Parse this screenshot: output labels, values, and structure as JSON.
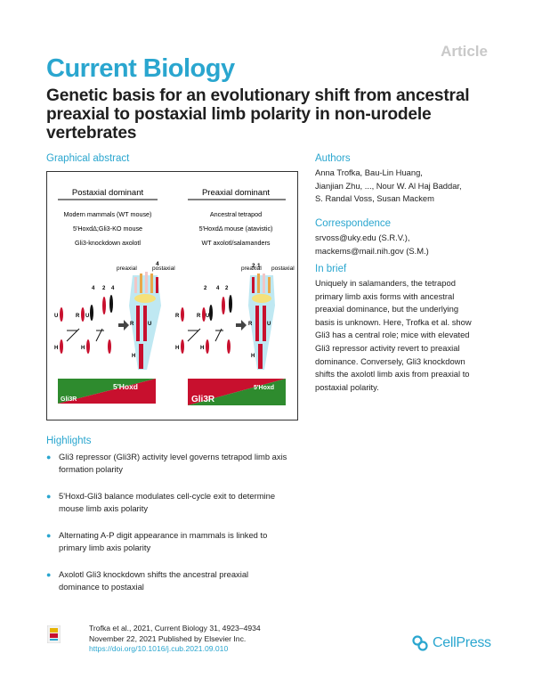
{
  "header": {
    "article_type": "Article",
    "journal": "Current Biology",
    "title": "Genetic basis for an evolutionary shift from ancestral preaxial to postaxial limb polarity in non-urodele vertebrates"
  },
  "graphical_abstract": {
    "label": "Graphical abstract",
    "left_heading": "Postaxial dominant",
    "left_lines": [
      "Modern mammals (WT mouse)",
      "5'HoxdΔ;Gli3-KO mouse",
      "Gli3-knockdown axolotl"
    ],
    "right_heading": "Preaxial dominant",
    "right_lines": [
      "Ancestral tetrapod",
      "5'HoxdΔ mouse (atavistic)",
      "WT axolotl/salamanders"
    ],
    "preaxial": "preaxial",
    "postaxial": "postaxial",
    "letter_U": "U",
    "letter_R": "R",
    "letter_H": "H",
    "digits_left": [
      "4",
      "2",
      "4"
    ],
    "digits_right": [
      "2",
      "4",
      "2"
    ],
    "digits_hand_left": [
      "4"
    ],
    "digits_hand_right": [
      "2",
      "1"
    ],
    "label_hoxd": "5'Hoxd",
    "label_gli3r": "Gli3R",
    "colors": {
      "red": "#c8102e",
      "green": "#2e8b2e",
      "cyan": "#bfe8f2"
    }
  },
  "authors": {
    "label": "Authors",
    "lines": [
      "Anna Trofka, Bau-Lin Huang,",
      "Jianjian Zhu, ..., Nour W. Al Haj Baddar,",
      "S. Randal Voss, Susan Mackem"
    ]
  },
  "correspondence": {
    "label": "Correspondence",
    "lines": [
      "srvoss@uky.edu (S.R.V.),",
      "mackems@mail.nih.gov (S.M.)"
    ]
  },
  "in_brief": {
    "label": "In brief",
    "lines": [
      "Uniquely in salamanders, the tetrapod",
      "primary limb axis forms with ancestral",
      "preaxial dominance, but the underlying",
      "basis is unknown. Here, Trofka et al. show",
      "Gli3 has a central role; mice with elevated",
      "Gli3 repressor activity revert to preaxial",
      "dominance. Conversely, Gli3 knockdown",
      "shifts the axolotl limb axis from preaxial to",
      "postaxial polarity."
    ]
  },
  "highlights": {
    "label": "Highlights",
    "items": [
      [
        "Gli3 repressor (Gli3R) activity level governs tetrapod limb axis",
        "formation polarity"
      ],
      [
        "5'Hoxd-Gli3 balance modulates cell-cycle exit to determine",
        "mouse limb axis polarity"
      ],
      [
        "Alternating A-P digit appearance in mammals is linked to",
        "primary limb axis polarity"
      ],
      [
        "Axolotl Gli3 knockdown shifts the ancestral preaxial",
        "dominance to postaxial"
      ]
    ]
  },
  "footer": {
    "citation_line1": "Trofka et al., 2021, Current Biology 31, 4923–4934",
    "citation_line2": "November 22, 2021 Published by Elsevier Inc.",
    "doi": "https://doi.org/10.1016/j.cub.2021.09.010",
    "publisher": "CellPress"
  }
}
